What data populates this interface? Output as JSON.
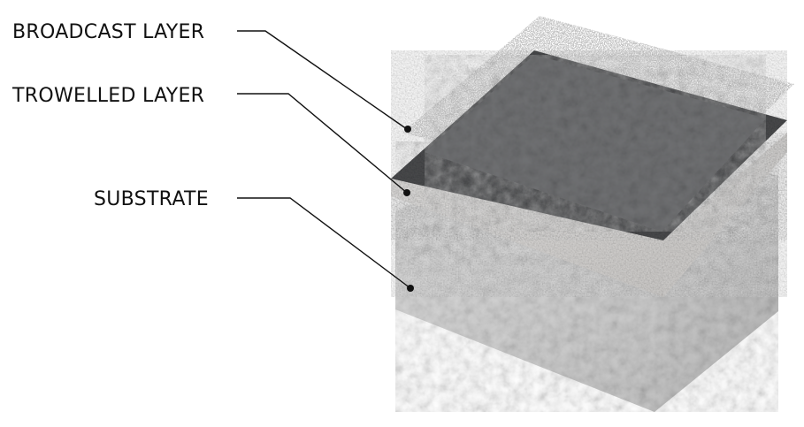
{
  "labels": {
    "broadcast": "BROADCAST LAYER",
    "trowelled": "TROWELLED LAYER",
    "substrate": "SUBSTRATE"
  },
  "colors": {
    "broadcast_speckle": "#b8b8b8",
    "trowelled_top": "#6d6e70",
    "trowelled_border": "#4a4b4d",
    "trowelled_edge": "#d6d4d2",
    "substrate_light": "#e2e2e2",
    "substrate_dark": "#b5b5b5",
    "leader_line": "#111111",
    "label_text": "#111111"
  }
}
